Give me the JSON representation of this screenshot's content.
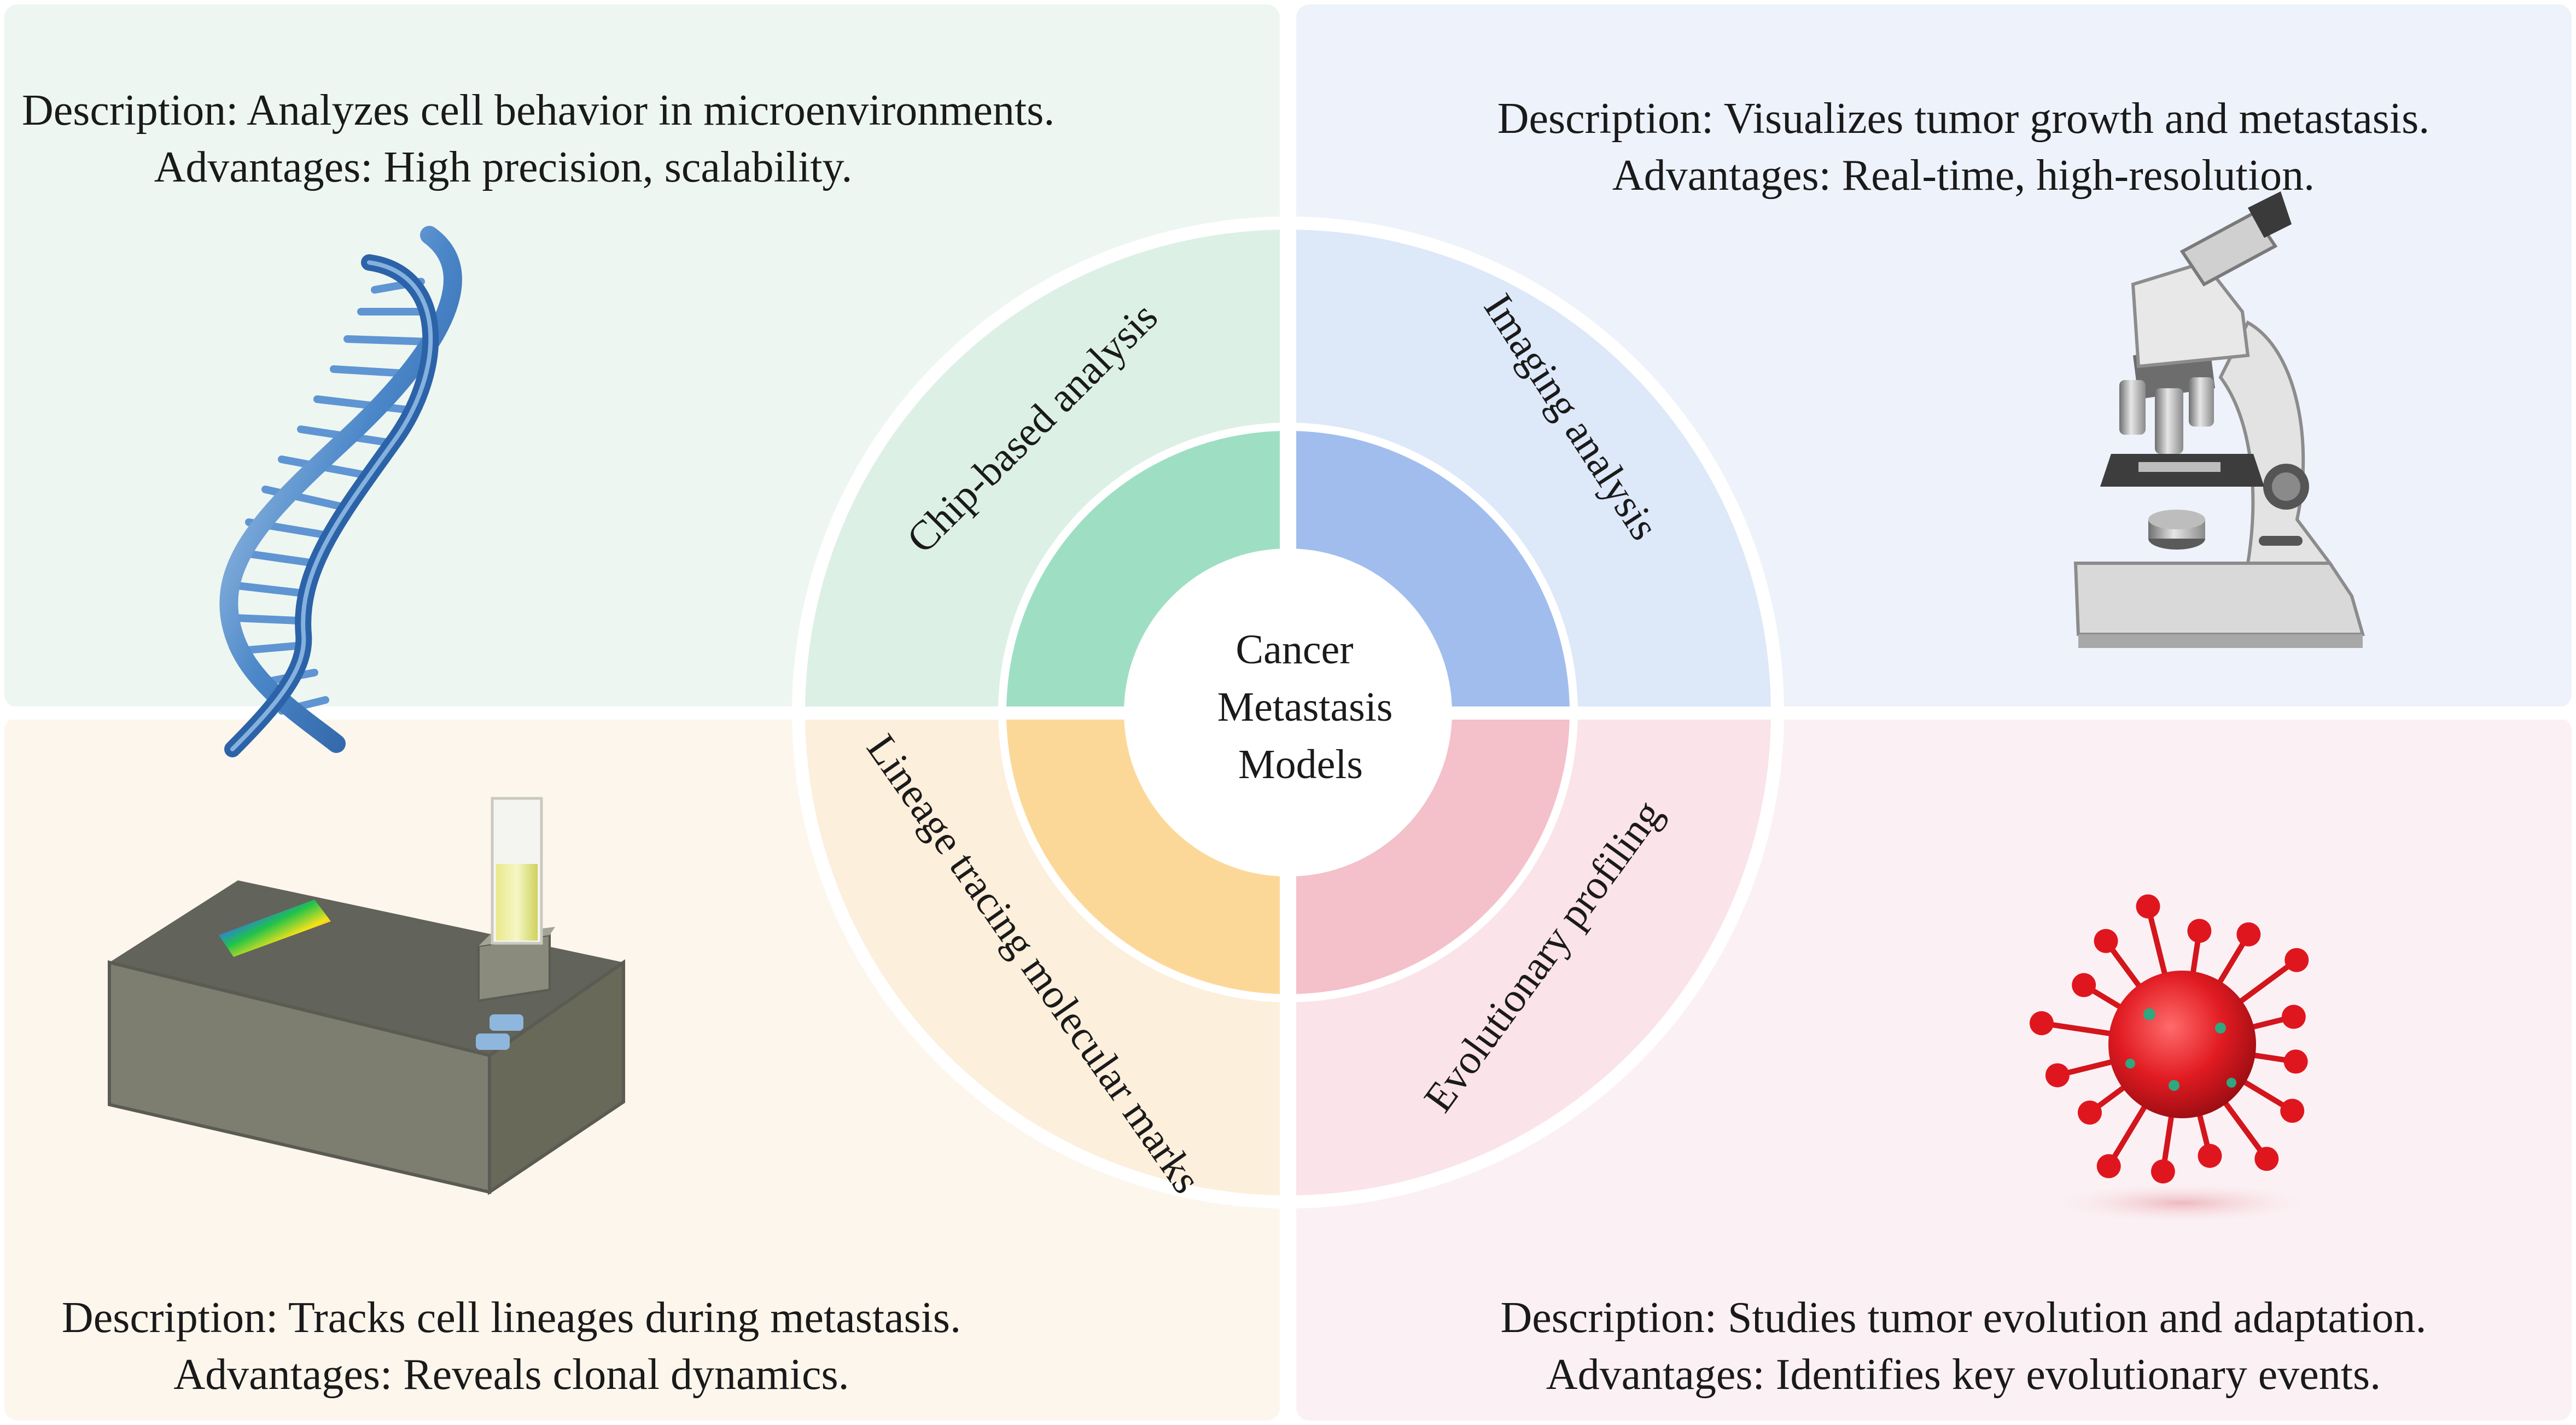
{
  "center": {
    "line1": "Cancer",
    "line2": "Metastasis",
    "line3": "Models"
  },
  "quadrants": [
    {
      "id": "top-left",
      "arc_label": "Chip-based analysis",
      "description": "Description: Analyzes cell behavior in microenvironments.",
      "advantages": "Advantages: High precision, scalability.",
      "icon": "dna-helix-icon",
      "colors": {
        "panel": "#eef6f2",
        "outer_ring": "#dcf0e6",
        "inner_ring": "#9edfc3"
      }
    },
    {
      "id": "top-right",
      "arc_label": "Imaging analysis",
      "description": "Description: Visualizes tumor growth and metastasis.",
      "advantages": "Advantages: Real-time, high-resolution.",
      "icon": "microscope-icon",
      "colors": {
        "panel": "#eef2fb",
        "outer_ring": "#dde8f9",
        "inner_ring": "#a1bdee"
      }
    },
    {
      "id": "bottom-left",
      "arc_label": "Lineage tracing molecular marks",
      "description": "Description: Tracks cell lineages during metastasis.",
      "advantages": "Advantages: Reveals clonal dynamics.",
      "icon": "spectrophotometer-icon",
      "colors": {
        "panel": "#fdf6ed",
        "outer_ring": "#fcefdc",
        "inner_ring": "#fcd898"
      }
    },
    {
      "id": "bottom-right",
      "arc_label": "Evolutionary profiling",
      "description": "Description: Studies tumor evolution and adaptation.",
      "advantages": "Advantages: Identifies key evolutionary events.",
      "icon": "virus-cell-icon",
      "colors": {
        "panel": "#fbf1f4",
        "outer_ring": "#fae3e9",
        "inner_ring": "#f4c0ca"
      }
    }
  ]
}
